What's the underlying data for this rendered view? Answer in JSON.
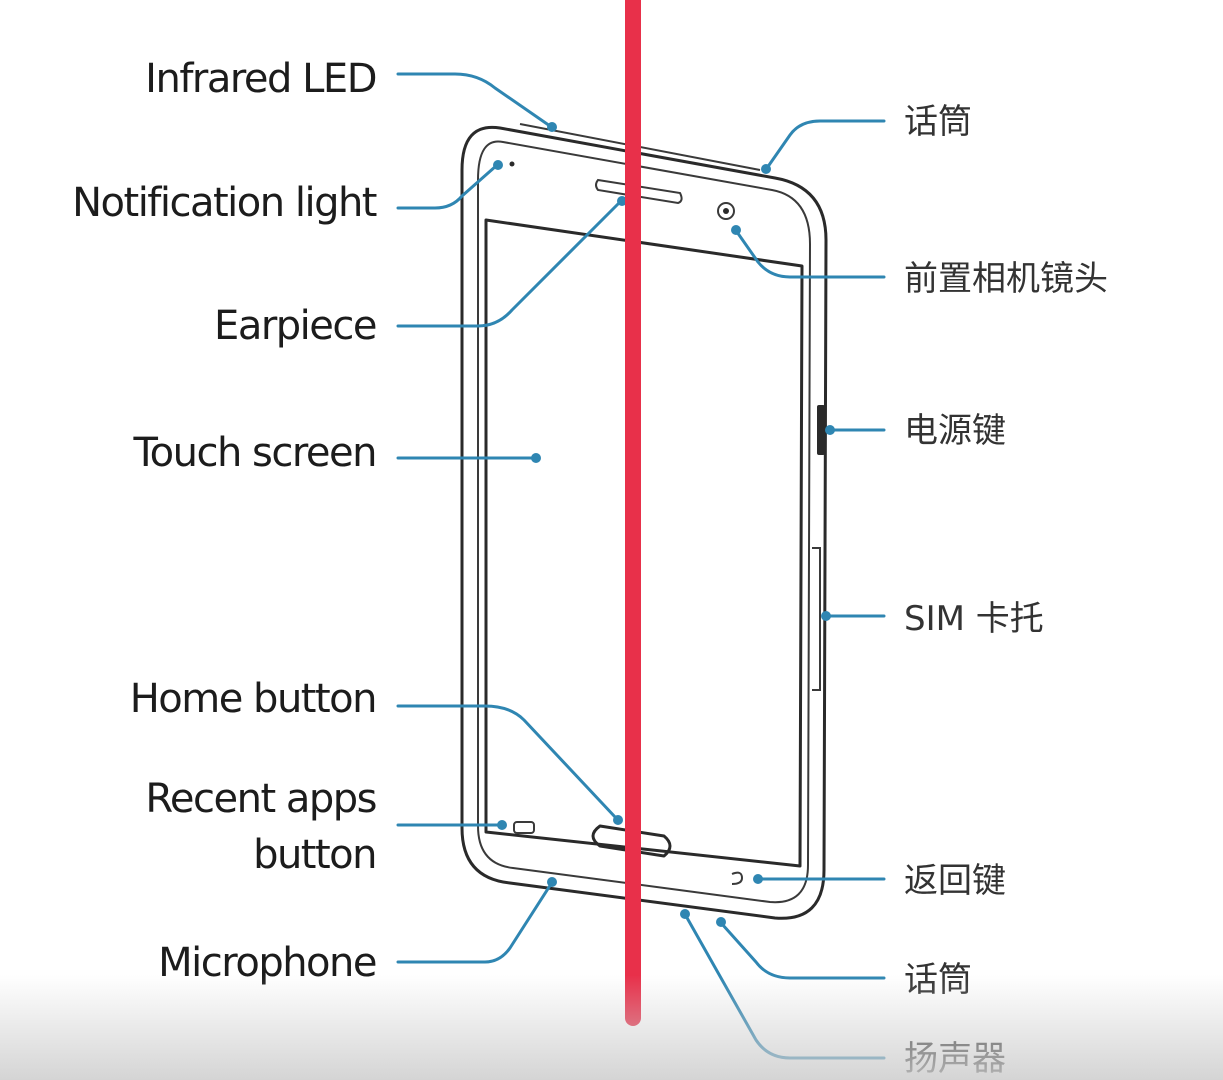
{
  "labels": {
    "infrared_led": "Infrared LED",
    "notification_light": "Notification light",
    "earpiece": "Earpiece",
    "touch_screen": "Touch screen",
    "home_button": "Home button",
    "recent_apps_line1": "Recent apps",
    "recent_apps_line2": "button",
    "microphone": "Microphone",
    "mic_top": "话筒",
    "front_camera": "前置相机镜头",
    "power_key": "电源键",
    "sim_tray": "SIM 卡托",
    "back_key": "返回键",
    "mic_bottom": "话筒",
    "speaker": "扬声器"
  },
  "colors": {
    "leader": "#2f86b2",
    "divider": "#e8304a",
    "outline": "#2a2a2a"
  }
}
